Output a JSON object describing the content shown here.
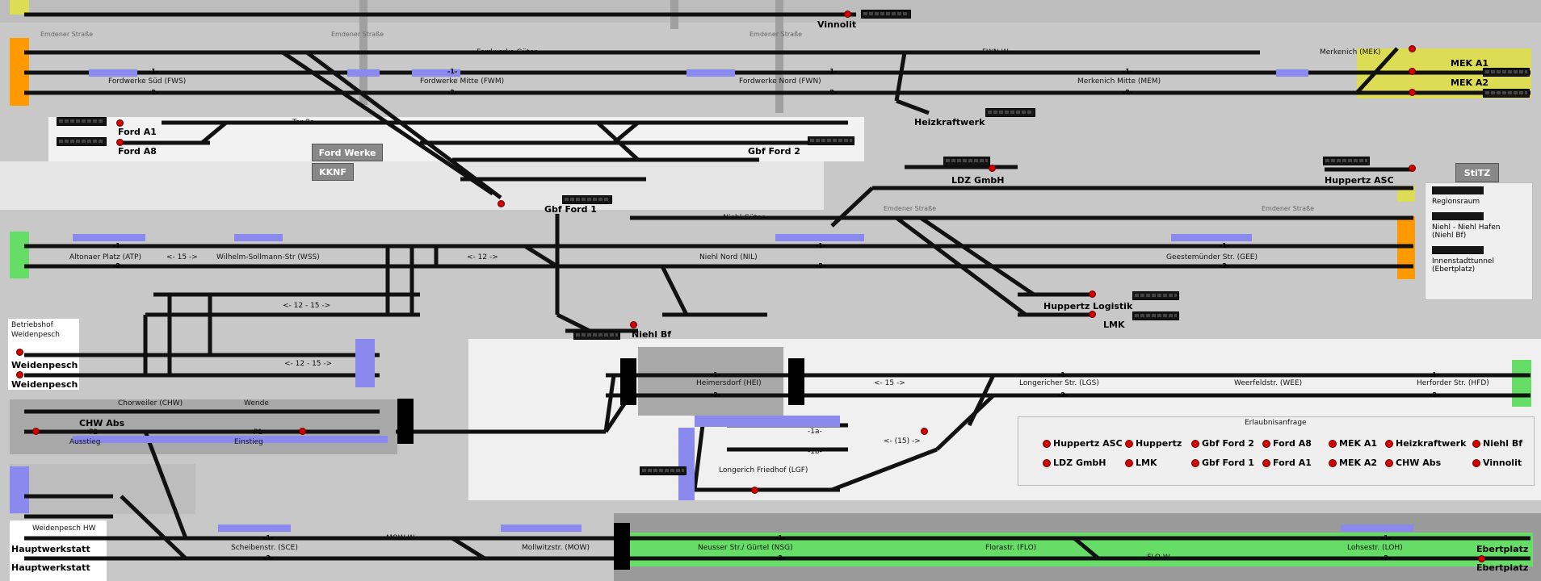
{
  "streets": {
    "emdener": "Emdener Straße"
  },
  "stations": {
    "vinnolit": "Vinnolit",
    "fordwerke_gueter": "Fordwerke Güter",
    "fwn_w": "FWN W",
    "merkenich": "Merkenich (MEK)",
    "fordwerke_sued": "Fordwerke Süd (FWS)",
    "fordwerke_mitte": "Fordwerke Mitte (FWM)",
    "fordwerke_nord": "Fordwerke Nord (FWN)",
    "merkenich_mitte": "Merkenich Mitte (MEM)",
    "mek_a1": "MEK A1",
    "mek_a2": "MEK A2",
    "heizkraftwerk": "Heizkraftwerk",
    "ford_a1": "Ford A1",
    "ford_a8": "Ford A8",
    "tor8a": "Tor 8a",
    "gbf_ford2": "Gbf Ford 2",
    "gbf_ford1": "Gbf Ford 1",
    "ldz_gmbh": "LDZ GmbH",
    "huppertz_asc": "Huppertz ASC",
    "niehl_gueter": "-Niehl Güter-",
    "altonaer": "Altonaer Platz (ATP)",
    "wss": "Wilhelm-Sollmann-Str (WSS)",
    "niehl_nord": "Niehl Nord (NIL)",
    "geestemuender": "Geestemünder Str. (GEE)",
    "huppertz_logistik": "Huppertz Logistik",
    "lmk": "LMK",
    "niehl_bf": "Niehl Bf",
    "betriebshof": "Betriebshof",
    "weidenpesch_sub": "Weidenpesch",
    "weidenpesch1": "Weidenpesch",
    "weidenpesch2": "Weidenpesch",
    "chorweiler": "Chorweiler (CHW)",
    "wende": "Wende",
    "chw_abs": "CHW Abs",
    "ausstieg": "Ausstieg",
    "einstieg": "Einstieg",
    "p1": "P1",
    "p2": "P2",
    "heimersdorf": "Heimersdorf (HEI)",
    "longericher": "Longericher Str. (LGS)",
    "weerfeld": "Weerfeldstr. (WEE)",
    "herforder": "Herforder Str. (HFD)",
    "longerich_friedhof": "Longerich Friedhof (LGF)",
    "weidenpesch_hw": "Weidenpesch HW",
    "hauptwerkstatt1": "Hauptwerkstatt",
    "hauptwerkstatt2": "Hauptwerkstatt",
    "scheibenstr": "Scheibenstr. (SCE)",
    "mow_w": "MOW W",
    "mollwitzstr": "Mollwitzstr. (MOW)",
    "neusser": "Neusser Str./ Gürtel (NSG)",
    "florastr": "Florastr. (FLO)",
    "flo_w": "FLO W",
    "lohsestr": "Lohsestr. (LOH)",
    "ebertplatz1": "Ebertplatz",
    "ebertplatz2": "Ebertplatz"
  },
  "directions": {
    "d1": "<- 15 ->",
    "d2": "<- 12 ->",
    "d3": "<- 12 - 15 ->",
    "d4": "<- 12 - 15 ->",
    "d5": "<- 15 ->",
    "d6": "<- (15) ->",
    "t1a": "-1a-",
    "t1b": "-1b-"
  },
  "panels": {
    "ford_werke": "Ford Werke",
    "kknf": "KKNF",
    "stitz": "StiTZ"
  },
  "stitz_legend": [
    "Regionsraum",
    "Niehl - Niehl Hafen (Niehl Bf)",
    "Innenstadttunnel (Ebertplatz)"
  ],
  "erlaubnis": {
    "title": "Erlaubnisanfrage",
    "row1": [
      "Huppertz ASC",
      "Huppertz",
      "Gbf Ford 2",
      "Ford A8",
      "MEK A1",
      "Heizkraftwerk",
      "Niehl Bf"
    ],
    "row2": [
      "LDZ GmbH",
      "LMK",
      "Gbf Ford 1",
      "Ford A1",
      "MEK A2",
      "CHW Abs",
      "Vinnolit"
    ]
  },
  "colors": {
    "background": "#c8c8c8",
    "track": "#111111",
    "signal_red": "#d40000",
    "orange": "#ff9900",
    "green": "#66dd66",
    "yellow": "#dddd55",
    "blue_occupied": "#8a8aee"
  }
}
